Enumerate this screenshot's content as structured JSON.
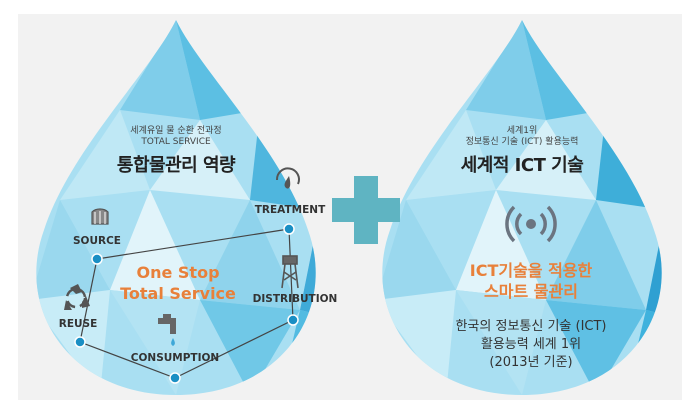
{
  "left": {
    "subtitle_ko": "세계유일 물 순환 전과정",
    "subtitle_en": "TOTAL SERVICE",
    "heading": "통합물관리 역량",
    "nodes": {
      "treatment": "TREATMENT",
      "source": "SOURCE",
      "distribution": "DISTRIBUTION",
      "reuse": "REUSE",
      "consumption": "CONSUMPTION"
    },
    "center_line1": "One Stop",
    "center_line2": "Total Service"
  },
  "right": {
    "subtitle_line1": "세계1위",
    "subtitle_line2": "정보통신 기술 (ICT) 활용능력",
    "heading": "세계적 ICT 기술",
    "center_line1": "ICT기술을 적용한",
    "center_line2": "스마트 물관리",
    "desc_line1": "한국의 정보통신 기술 (ICT)",
    "desc_line2": "활용능력 세계 1위",
    "desc_line3": "(2013년 기준)"
  },
  "colors": {
    "accent_orange": "#e8803a",
    "plus_teal": "#5fb4c2",
    "node_blue": "#1a8fc4",
    "drop_base": "#a9dff2"
  },
  "icons": [
    "treatment-icon",
    "source-icon",
    "distribution-tower-icon",
    "recycle-icon",
    "faucet-icon",
    "plus-icon",
    "ict-signal-icon"
  ]
}
